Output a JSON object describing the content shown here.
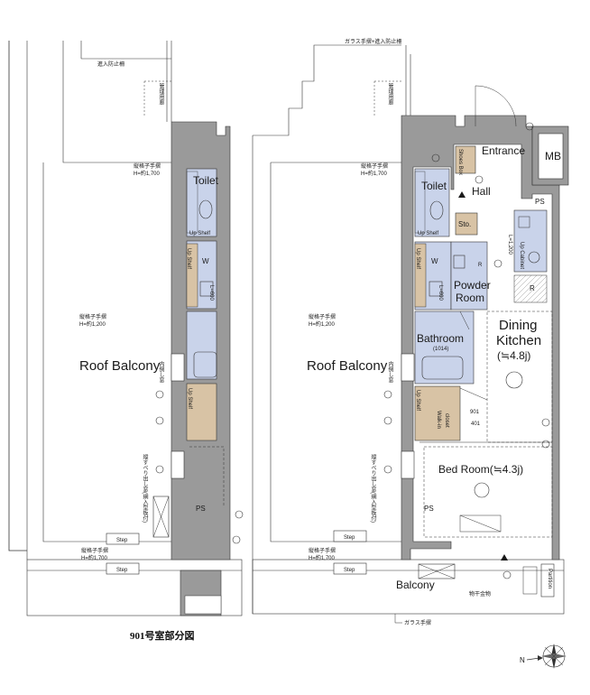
{
  "caption": "901号室部分図",
  "left_plan": {
    "intrusion_fence": "進入防止柵",
    "mgmt_corridor": "管理用廊",
    "lattice_rail_top": "縦格子手摺",
    "lattice_rail_top_h": "H=約1,700",
    "lattice_rail_mid": "縦格子手摺",
    "lattice_rail_mid_h": "H=約1,200",
    "roof_balcony": "Roof Balcony",
    "inner_window": "内倒し窓",
    "toilet": "Toilet",
    "up_shelf_1": "Up Shelf",
    "up_shelf_2": "Up Shelf",
    "up_shelf_3": "Up Shelf",
    "w_label": "W",
    "l600": "L=600",
    "vertical_sliding_window": "縦すべり出し窓(網入型板付)",
    "ps": "PS",
    "step_1": "Step",
    "step_2": "Step",
    "lattice_rail_bottom": "縦格子手摺",
    "lattice_rail_bottom_h": "H=約1,700"
  },
  "right_plan": {
    "glass_rail_fence": "ガラス手摺+進入防止柵",
    "mgmt_corridor": "管理用廊",
    "lattice_rail_top": "縦格子手摺",
    "lattice_rail_top_h": "H=約1,700",
    "lattice_rail_mid": "縦格子手摺",
    "lattice_rail_mid_h": "H=約1,200",
    "roof_balcony": "Roof Balcony",
    "inner_window": "内倒し窓",
    "shoes_box": "Shoes Box",
    "entrance": "Entrance",
    "mb": "MB",
    "toilet": "Toilet",
    "hall": "Hall",
    "ps_top": "PS",
    "sto": "Sto.",
    "up_shelf_1": "Up Shelf",
    "up_shelf_2": "Up Shelf",
    "up_shelf_3": "Up Shelf",
    "w_label": "W",
    "l600": "L=600",
    "l1200": "L=1,200",
    "up_cabinet": "Up Cabinet",
    "r_label_1": "R",
    "r_label_2": "R",
    "powder_room_1": "Powder",
    "powder_room_2": "Room",
    "bathroom": "Bathroom",
    "bathroom_size": "(1014)",
    "dining_1": "Dining",
    "dining_2": "Kitchen",
    "dining_3": "(≒4.8j)",
    "walk_in_1": "Walk-in",
    "walk_in_2": "closet",
    "dim_901": "901",
    "dim_401": "401",
    "bed_room": "Bed Room(≒4.3j)",
    "vertical_sliding_window": "縦すべり出し窓(網入型板付)",
    "ps_bottom": "PS",
    "step_1": "Step",
    "step_2": "Step",
    "lattice_rail_bottom": "縦格子手摺",
    "lattice_rail_bottom_h": "H=約1,700",
    "balcony": "Balcony",
    "clothes_hanger": "物干金物",
    "partition": "Partition",
    "glass_rail_bottom": "ガラス手摺"
  },
  "compass": {
    "north_label": "N"
  },
  "colors": {
    "wall": "#9a9a9a",
    "wet_area": "#c9d3ea",
    "wood": "#d8c3a5",
    "line": "#333333"
  }
}
